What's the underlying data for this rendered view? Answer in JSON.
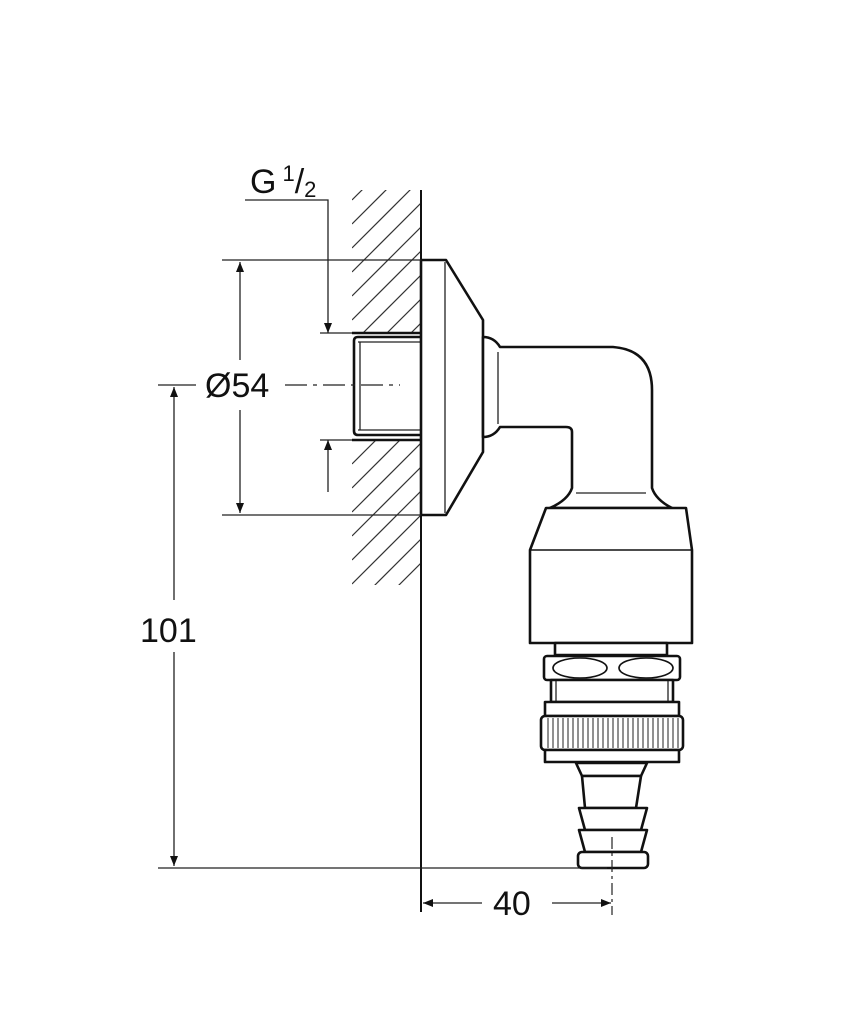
{
  "drawing": {
    "thread_label": {
      "prefix": "G",
      "numerator": "1",
      "slash": "/",
      "denominator": "2"
    },
    "diameter_label": "Ø54",
    "height_label": "101",
    "projection_label": "40",
    "line_color": "#111111"
  }
}
